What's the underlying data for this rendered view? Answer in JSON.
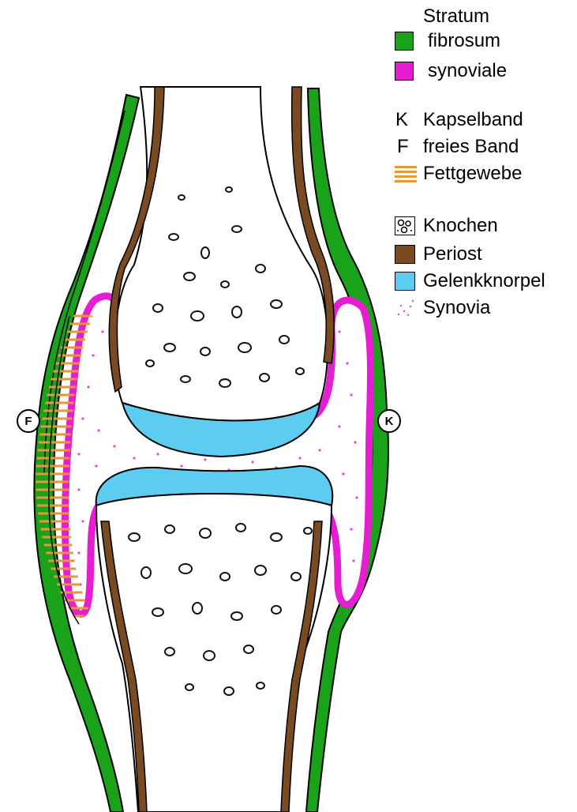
{
  "legend": {
    "stratum_heading": "Stratum",
    "fibrosum": "fibrosum",
    "synoviale": "synoviale",
    "kapselband_letter": "K",
    "kapselband": "Kapselband",
    "freies_band_letter": "F",
    "freies_band": "freies Band",
    "fettgewebe": "Fettgewebe",
    "knochen": "Knochen",
    "periost": "Periost",
    "gelenkknorpel": "Gelenkknorpel",
    "synovia": "Synovia"
  },
  "markers": {
    "left": "F",
    "right": "K"
  },
  "colors": {
    "fibrosum": "#1aa31a",
    "synoviale": "#e61ed2",
    "fettgewebe": "#e8963a",
    "periost": "#7a4a22",
    "gelenkknorpel": "#5ccdf0",
    "synovia": "#ee44dd",
    "bone": "#111111"
  },
  "icons": {
    "knochen": "bone-texture-swatch",
    "fettgewebe": "striped-fat-swatch",
    "synovia": "dotted-fluid-swatch"
  }
}
